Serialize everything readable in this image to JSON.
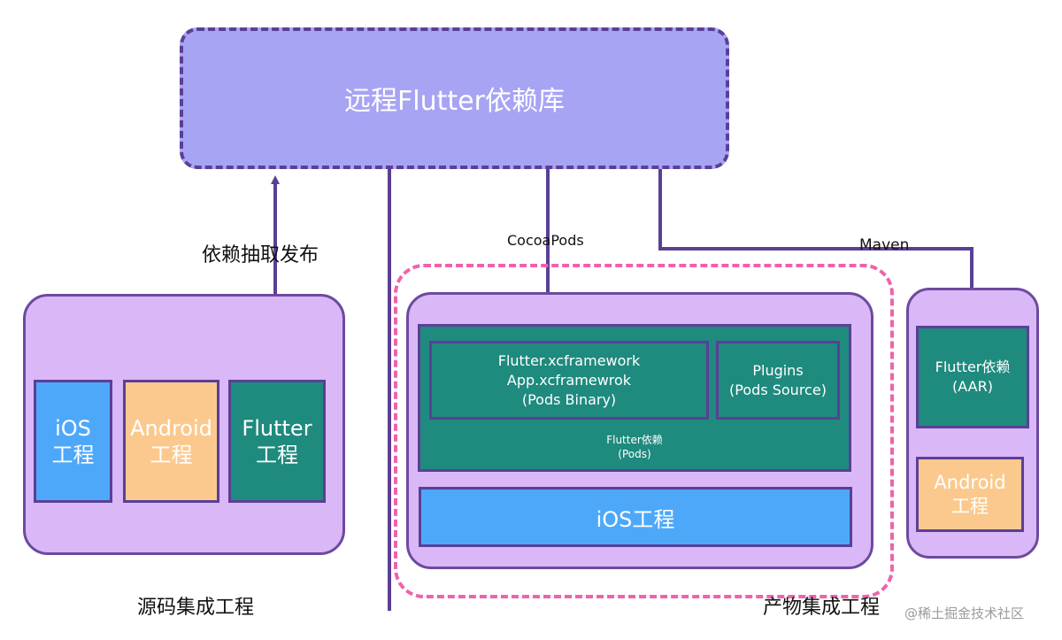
{
  "remote": {
    "title": "远程Flutter依赖库"
  },
  "source_integration": {
    "caption": "源码集成工程",
    "ios": {
      "line1": "iOS",
      "line2": "工程"
    },
    "android": {
      "line1": "Android",
      "line2": "工程"
    },
    "flutter": {
      "line1": "Flutter",
      "line2": "工程"
    }
  },
  "edges": {
    "extract_publish": "依赖抽取发布",
    "cocoapods": "CocoaPods",
    "maven": "Maven"
  },
  "product_integration": {
    "caption": "产物集成工程",
    "pods_binary": {
      "line1": "Flutter.xcframework",
      "line2": "App.xcframewrok",
      "line3": "(Pods Binary)"
    },
    "pods_source": {
      "line1": "Plugins",
      "line2": "(Pods Source)"
    },
    "flutter_dep": {
      "line1": "Flutter依赖",
      "line2": "(Pods)"
    },
    "ios_project": "iOS工程"
  },
  "android_integration": {
    "aar": {
      "line1": "Flutter依赖",
      "line2": "(AAR)"
    },
    "android_project": {
      "line1": "Android",
      "line2": "工程"
    }
  },
  "watermark": "@稀土掘金技术社区",
  "colors": {
    "remote_fill": "#a8a4f4",
    "panel_fill": "#dab8f7",
    "ios_blue": "#4ea8fa",
    "android_orange": "#fbc98e",
    "flutter_teal": "#1f8a7e",
    "outline_purple": "#5b3f96",
    "dashed_pink": "#f062ab"
  }
}
